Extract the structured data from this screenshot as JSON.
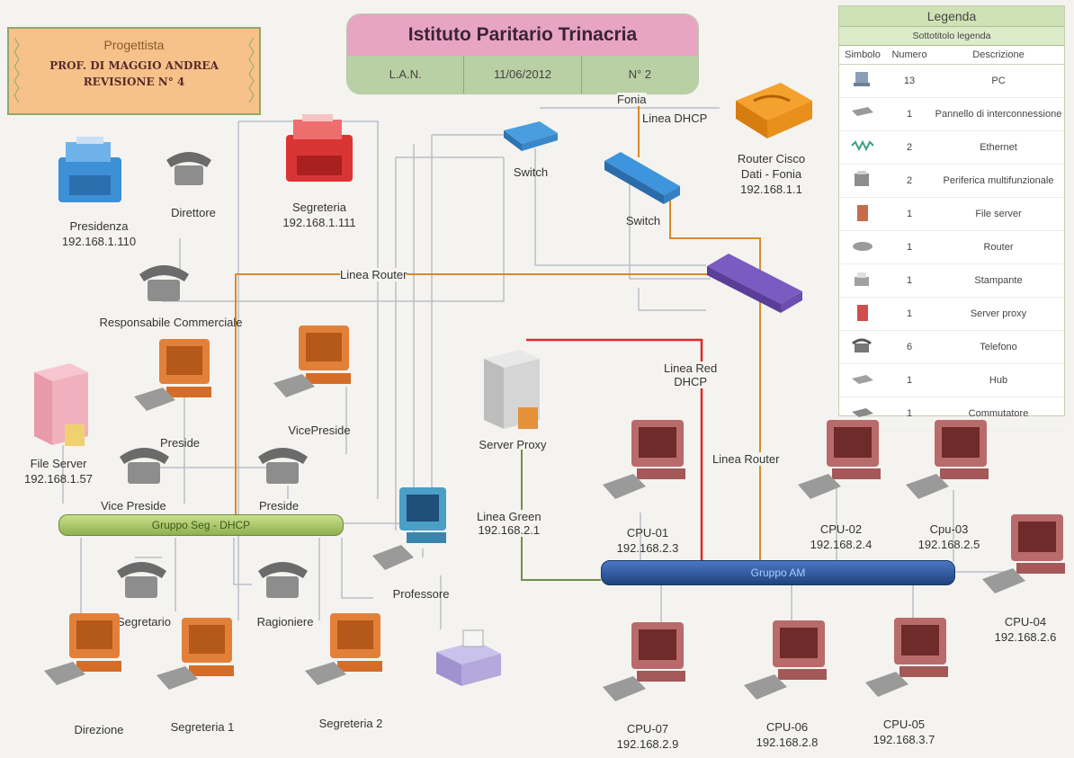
{
  "designer": {
    "heading": "Progettista",
    "name": "PROF. DI MAGGIO ANDREA",
    "revision": "REVISIONE N° 4"
  },
  "title": {
    "main": "Istituto Paritario Trinacria",
    "network": "L.A.N.",
    "date": "11/06/2012",
    "number": "N° 2"
  },
  "legend": {
    "title": "Legenda",
    "subtitle": "Sottotitolo legenda",
    "columns": [
      "Simbolo",
      "Numero",
      "Descrizione"
    ],
    "rows": [
      {
        "icon": "pc-icon",
        "number": "13",
        "description": "PC"
      },
      {
        "icon": "patch-panel-icon",
        "number": "1",
        "description": "Pannello di interconnessione"
      },
      {
        "icon": "ethernet-icon",
        "number": "2",
        "description": "Ethernet"
      },
      {
        "icon": "multifunction-icon",
        "number": "2",
        "description": "Periferica multifunzionale"
      },
      {
        "icon": "file-server-icon",
        "number": "1",
        "description": "File server"
      },
      {
        "icon": "router-icon",
        "number": "1",
        "description": "Router"
      },
      {
        "icon": "printer-icon",
        "number": "1",
        "description": "Stampante"
      },
      {
        "icon": "proxy-server-icon",
        "number": "1",
        "description": "Server proxy"
      },
      {
        "icon": "telephone-icon",
        "number": "6",
        "description": "Telefono"
      },
      {
        "icon": "hub-icon",
        "number": "1",
        "description": "Hub"
      },
      {
        "icon": "switch-icon",
        "number": "1",
        "description": "Commutatore"
      }
    ]
  },
  "devices": {
    "presidenza": {
      "name": "Presidenza",
      "ip": "192.168.1.110"
    },
    "direttore": {
      "name": "Direttore"
    },
    "segreteria": {
      "name": "Segreteria",
      "ip": "192.168.1.111"
    },
    "switch1": {
      "name": "Switch"
    },
    "switch2": {
      "name": "Switch"
    },
    "router": {
      "name": "Router Cisco",
      "name2": "Dati - Fonia",
      "ip": "192.168.1.1"
    },
    "resp_comm": {
      "name": "Responsabile Commerciale"
    },
    "preside_pc": {
      "name": "Preside"
    },
    "vicepreside_pc": {
      "name": "VicePreside"
    },
    "file_server": {
      "name": "File Server",
      "ip": "192.168.1.57"
    },
    "vice_preside_tel": {
      "name": "Vice Preside"
    },
    "preside_tel": {
      "name": "Preside"
    },
    "server_proxy": {
      "name": "Server Proxy"
    },
    "professore": {
      "name": "Professore"
    },
    "segretario": {
      "name": "Segretario"
    },
    "ragioniere": {
      "name": "Ragioniere"
    },
    "direzione": {
      "name": "Direzione"
    },
    "segreteria1": {
      "name": "Segreteria 1"
    },
    "segreteria2": {
      "name": "Segreteria 2"
    },
    "cpu01": {
      "name": "CPU-01",
      "ip": "192.168.2.3"
    },
    "cpu02": {
      "name": "CPU-02",
      "ip": "192.168.2.4"
    },
    "cpu03": {
      "name": "Cpu-03",
      "ip": "192.168.2.5"
    },
    "cpu04": {
      "name": "CPU-04",
      "ip": "192.168.2.6"
    },
    "cpu05": {
      "name": "CPU-05",
      "ip": "192.168.3.7"
    },
    "cpu06": {
      "name": "CPU-06",
      "ip": "192.168.2.8"
    },
    "cpu07": {
      "name": "CPU-07",
      "ip": "192.168.2.9"
    }
  },
  "links": {
    "fonia": "Fonia",
    "linea_dhcp": "Linea DHCP",
    "linea_router_1": "Linea Router",
    "linea_red": "Linea Red",
    "linea_red2": "DHCP",
    "linea_router_2": "Linea Router",
    "linea_green": "Linea Green",
    "linea_green_ip": "192.168.2.1"
  },
  "buses": {
    "seg": "Gruppo Seg - DHCP",
    "am": "Gruppo AM"
  },
  "colors": {
    "router_line": "#d98a2b",
    "red_line": "#e02828",
    "green_line": "#6f8f4a",
    "wire": "#b9bfc8",
    "bus_seg": "#a9c86a",
    "bus_am": "#2f5aa6"
  }
}
